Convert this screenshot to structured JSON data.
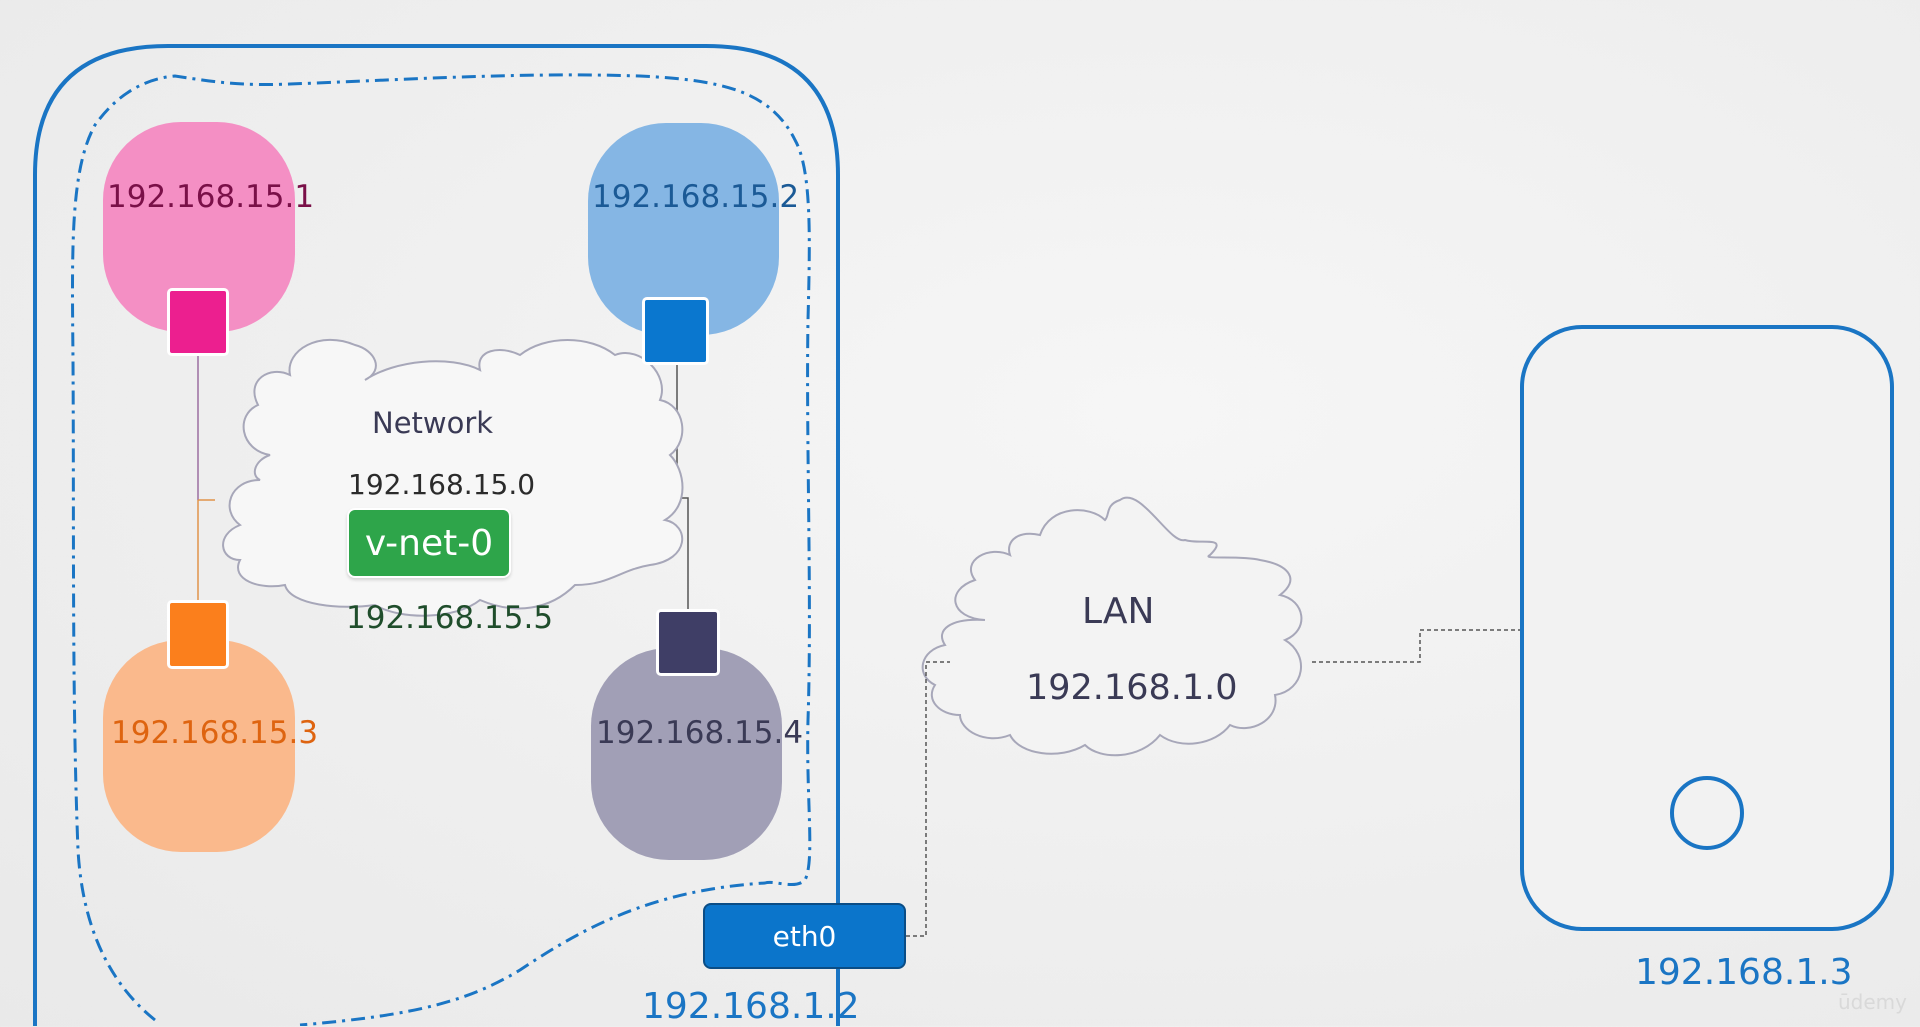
{
  "pods": [
    {
      "ip": "192.168.15.1",
      "fill": "#f48fc4",
      "port": "#ec1f8f",
      "text_color": "#7a1048"
    },
    {
      "ip": "192.168.15.2",
      "fill": "#85b6e4",
      "port": "#0a77cf",
      "text_color": "#1b5a96"
    },
    {
      "ip": "192.168.15.3",
      "fill": "#fab98c",
      "port": "#fb7f1c",
      "text_color": "#de6410"
    },
    {
      "ip": "192.168.15.4",
      "fill": "#a19fb6",
      "port": "#3f3e66",
      "text_color": "#3a3a55"
    }
  ],
  "network": {
    "title": "Network",
    "subnet": "192.168.15.0",
    "bridge_name": "v-net-0",
    "bridge_ip": "192.168.15.5",
    "bridge_color": "#2ea54a"
  },
  "host1": {
    "interface": "eth0",
    "ip": "192.168.1.2",
    "color": "#0b75cb"
  },
  "lan": {
    "title": "LAN",
    "subnet": "192.168.1.0"
  },
  "host2": {
    "ip": "192.168.1.3",
    "color": "#1a75c4"
  },
  "watermark": "ūdemy"
}
